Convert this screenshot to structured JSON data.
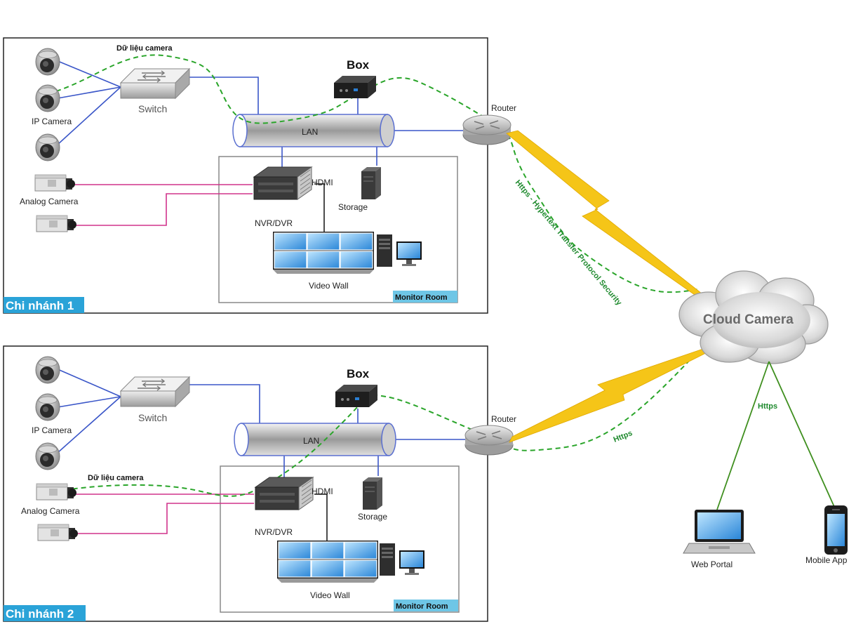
{
  "branches": [
    {
      "tag": "Chi nhánh 1",
      "camera_data_label": "Dữ liệu camera",
      "ip_camera_label": "IP Camera",
      "analog_camera_label": "Analog Camera",
      "switch_label": "Switch",
      "box_label": "Box",
      "lan_label": "LAN",
      "hdmi_label": "HDMI",
      "nvr_label": "NVR/DVR",
      "storage_label": "Storage",
      "video_wall_label": "Video Wall",
      "monitor_room_label": "Monitor Room",
      "router_label": "Router"
    },
    {
      "tag": "Chi nhánh 2",
      "camera_data_label": "Dữ liệu camera",
      "ip_camera_label": "IP Camera",
      "analog_camera_label": "Analog Camera",
      "switch_label": "Switch",
      "box_label": "Box",
      "lan_label": "LAN",
      "hdmi_label": "HDMI",
      "nvr_label": "NVR/DVR",
      "storage_label": "Storage",
      "video_wall_label": "Video Wall",
      "monitor_room_label": "Monitor Room",
      "router_label": "Router"
    }
  ],
  "cloud": {
    "label": "Cloud Camera",
    "https_long_label": "Https - Hypertext Transfer Protocol Security",
    "https_short_label": "Https",
    "https_clients_label": "Https"
  },
  "clients": {
    "web_portal_label": "Web Portal",
    "mobile_app_label": "Mobile App"
  },
  "colors": {
    "branch_tag_bg": "#2aa3d8",
    "monitor_tag_bg": "#6ec6e6",
    "data_path": "#2aa52a",
    "lan_link": "#3a56c8",
    "analog_link": "#d0338c",
    "lightning": "#f5c518",
    "client_link": "#3f8f1f"
  }
}
